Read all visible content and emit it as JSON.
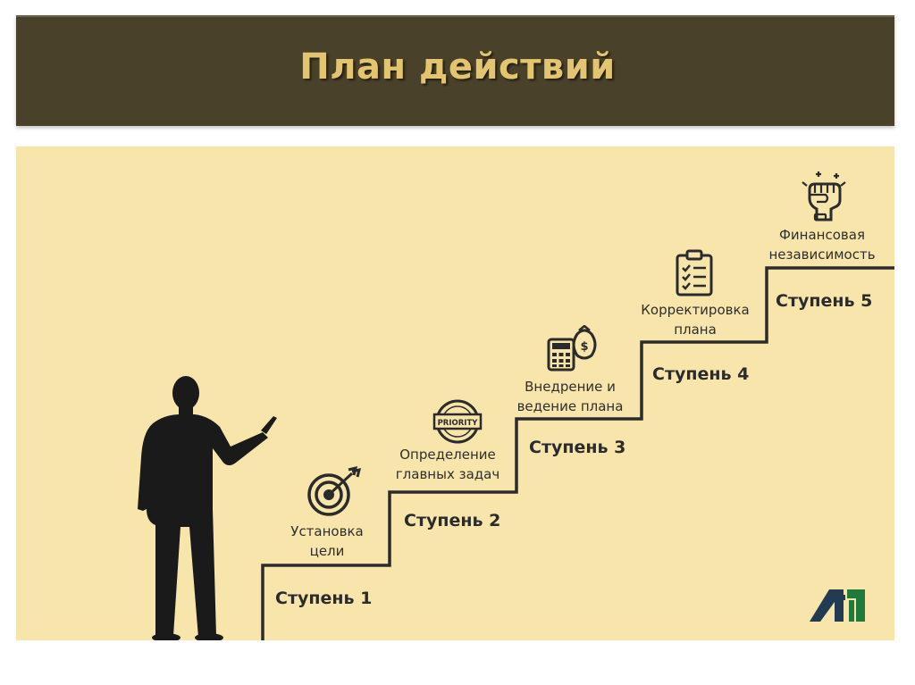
{
  "slide": {
    "title": "План действий",
    "steps": [
      {
        "label": "Ступень 1",
        "caption_line1": "Установка",
        "caption_line2": "цели",
        "icon": "target-icon"
      },
      {
        "label": "Ступень 2",
        "caption_line1": "Определение",
        "caption_line2": "главных задач",
        "icon": "priority-stamp-icon"
      },
      {
        "label": "Ступень 3",
        "caption_line1": "Внедрение и",
        "caption_line2": "ведение плана",
        "icon": "calculator-money-icon"
      },
      {
        "label": "Ступень 4",
        "caption_line1": "Корректировка",
        "caption_line2": "плана",
        "icon": "checklist-icon"
      },
      {
        "label": "Ступень 5",
        "caption_line1": "Финансовая",
        "caption_line2": "независимость",
        "icon": "raised-fist-icon"
      }
    ],
    "priority_stamp_text": "PRIORITY",
    "colors": {
      "title_bar": "#4a412b",
      "title_text": "#e3c46f",
      "panel": "#f8e5ab",
      "stairs": "#2b2b2b",
      "logo_dark": "#233b52",
      "logo_green": "#1f7a3c"
    }
  }
}
